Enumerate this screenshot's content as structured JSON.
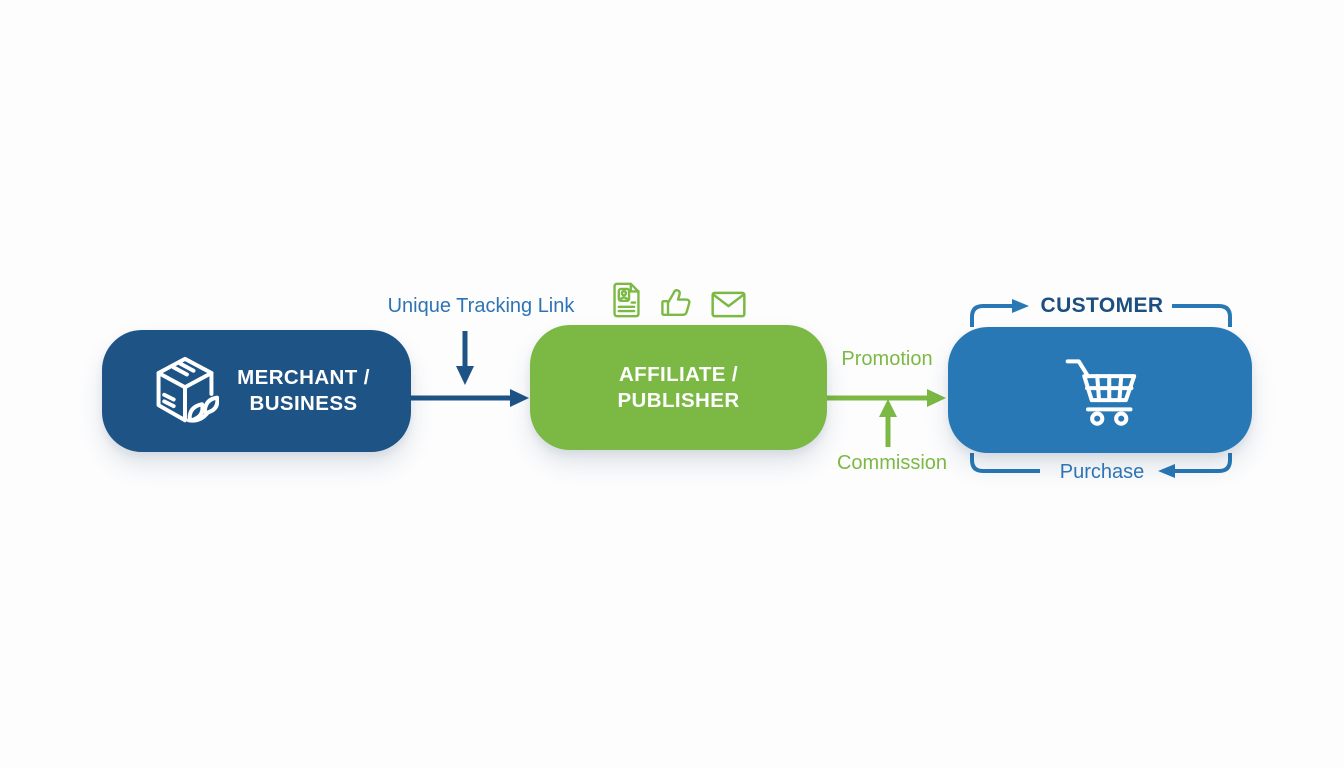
{
  "colors": {
    "background": "#FDFDFE",
    "merchant_box": "#1E5385",
    "affiliate_box": "#7CB944",
    "customer_box": "#2878B5",
    "blue_text": "#2E74B5",
    "navy_text": "#1C4E80",
    "green_text": "#7CB944",
    "box_text": "#FFFFFF"
  },
  "nodes": {
    "merchant": {
      "line1": "MERCHANT /",
      "line2": "BUSINESS",
      "icon": "package-with-leaves-icon"
    },
    "affiliate": {
      "line1": "AFFILIATE /",
      "line2": "PUBLISHER",
      "channel_icons": [
        "document-badge-icon",
        "thumbs-up-icon",
        "envelope-icon"
      ]
    },
    "customer": {
      "icon": "shopping-cart-icon"
    }
  },
  "labels": {
    "tracking_link": "Unique Tracking Link",
    "promotion": "Promotion",
    "commission": "Commission",
    "customer": "CUSTOMER",
    "purchase": "Purchase"
  }
}
